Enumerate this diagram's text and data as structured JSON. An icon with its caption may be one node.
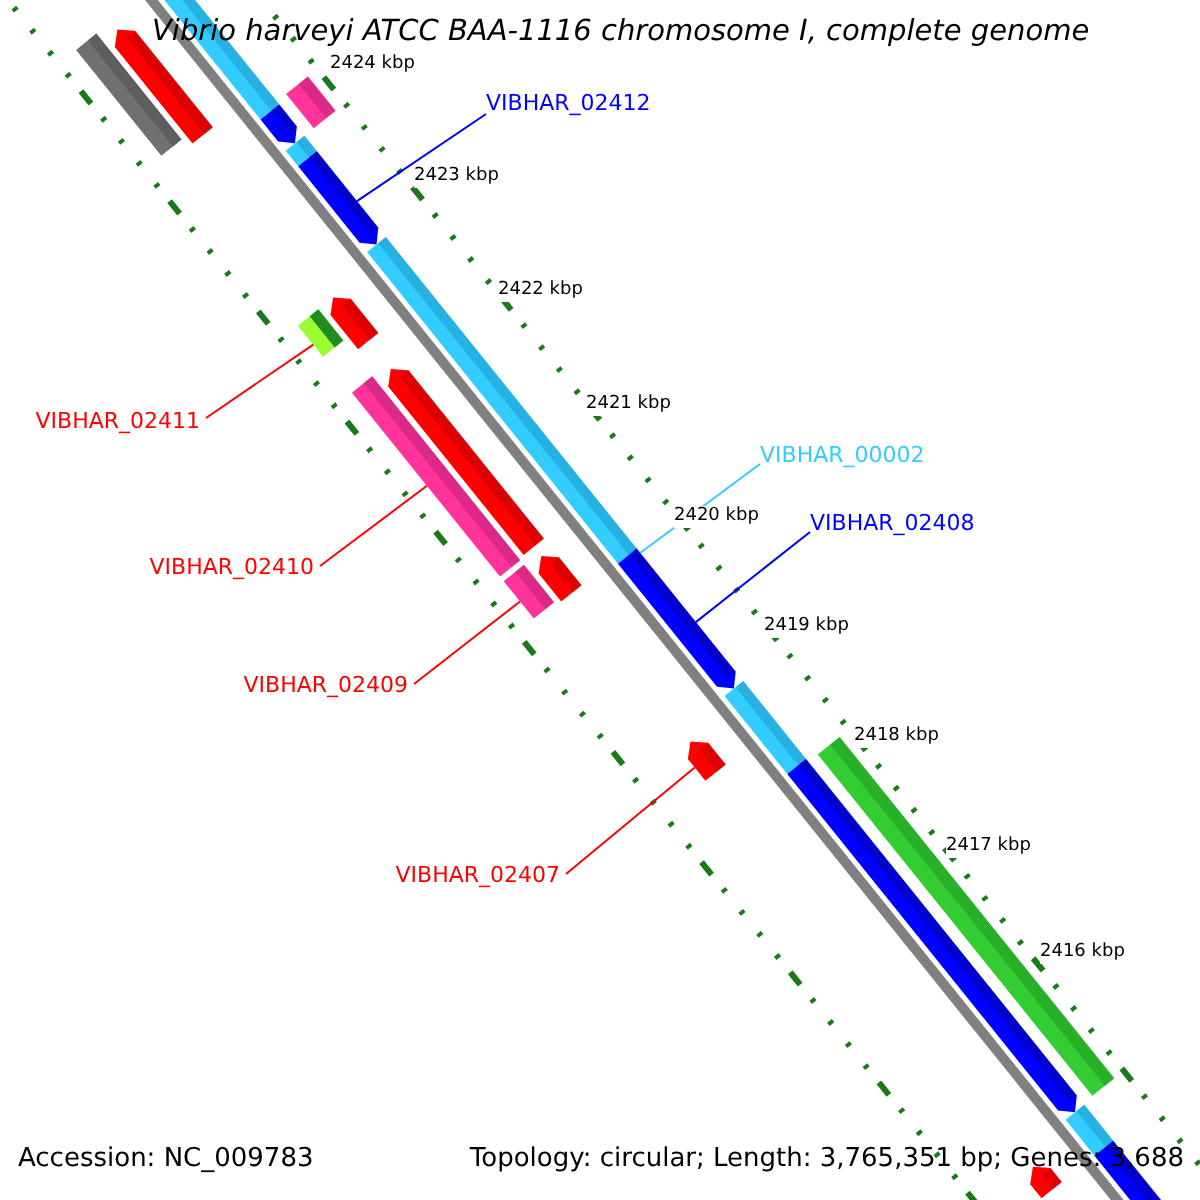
{
  "diagram": {
    "title": "Vibrio harveyi ATCC BAA-1116 chromosome I, complete genome",
    "nodes": [
      {
        "text": [
          "VIBHAR_02412"
        ]
      },
      {
        "text": [],
        "shape": "pentagon"
      },
      {
        "text": [
          "VIBHAR_02411"
        ]
      },
      {
        "text": [],
        "shape": "bar"
      },
      {
        "text": [
          "VIBHAR_00002"
        ]
      },
      {
        "text": [],
        "shape": "bar"
      },
      {
        "text": [
          "VIBHAR_02408"
        ]
      },
      {
        "text": [],
        "shape": "pentagon"
      },
      {
        "text": [
          "VIBHAR_02410"
        ]
      },
      {
        "text": [],
        "shape": "bar"
      },
      {
        "text": [
          "VIBHAR_02409"
        ]
      },
      {
        "text": [],
        "shape": "bar"
      },
      {
        "text": [
          "VIBHAR_02407"
        ]
      },
      {
        "text": [],
        "shape": "pentagon"
      },
      {
        "text": [],
        "shape": "bar"
      },
      {
        "text": [],
        "shape": "pentagon"
      },
      {
        "text": [],
        "shape": "bar"
      },
      {
        "text": [],
        "shape": "bar"
      },
      {
        "text": [],
        "shape": "pentagon"
      },
      {
        "text": [],
        "shape": "bar"
      },
      {
        "text": [],
        "shape": "pentagon"
      },
      {
        "text": [],
        "shape": "pentagon"
      },
      {
        "text": [],
        "shape": "pentagon"
      },
      {
        "text": [],
        "shape": "bar"
      },
      {
        "text": [],
        "shape": "bar"
      },
      {
        "text": [],
        "shape": "pentagon"
      },
      {
        "text": [],
        "shape": "bar"
      },
      {
        "text": [],
        "shape": "bar"
      },
      {
        "text": [],
        "shape": "pentagon"
      }
    ],
    "edges": [
      {
        "from": 0,
        "to": 1,
        "arrow": "none",
        "color": "#0000ff"
      },
      {
        "from": 2,
        "to": 3,
        "arrow": "none"
      },
      {
        "from": 4,
        "to": 5,
        "arrow": "none",
        "color": "#33ccff"
      },
      {
        "from": 6,
        "to": 7,
        "arrow": "none",
        "color": "#0000ff"
      },
      {
        "from": 8,
        "to": 9,
        "arrow": "none"
      },
      {
        "from": 10,
        "to": 11,
        "arrow": "none"
      },
      {
        "from": 12,
        "to": 13,
        "arrow": "none"
      }
    ],
    "labels": [
      "2424 kbp",
      "2423 kbp",
      "2422 kbp",
      "2421 kbp",
      "2420 kbp",
      "2419 kbp",
      "2418 kbp",
      "2417 kbp",
      "2416 kbp",
      "Accession: NC_009783",
      "Topology: circular; Length: 3,765,351 bp; Genes: 3,688"
    ]
  }
}
